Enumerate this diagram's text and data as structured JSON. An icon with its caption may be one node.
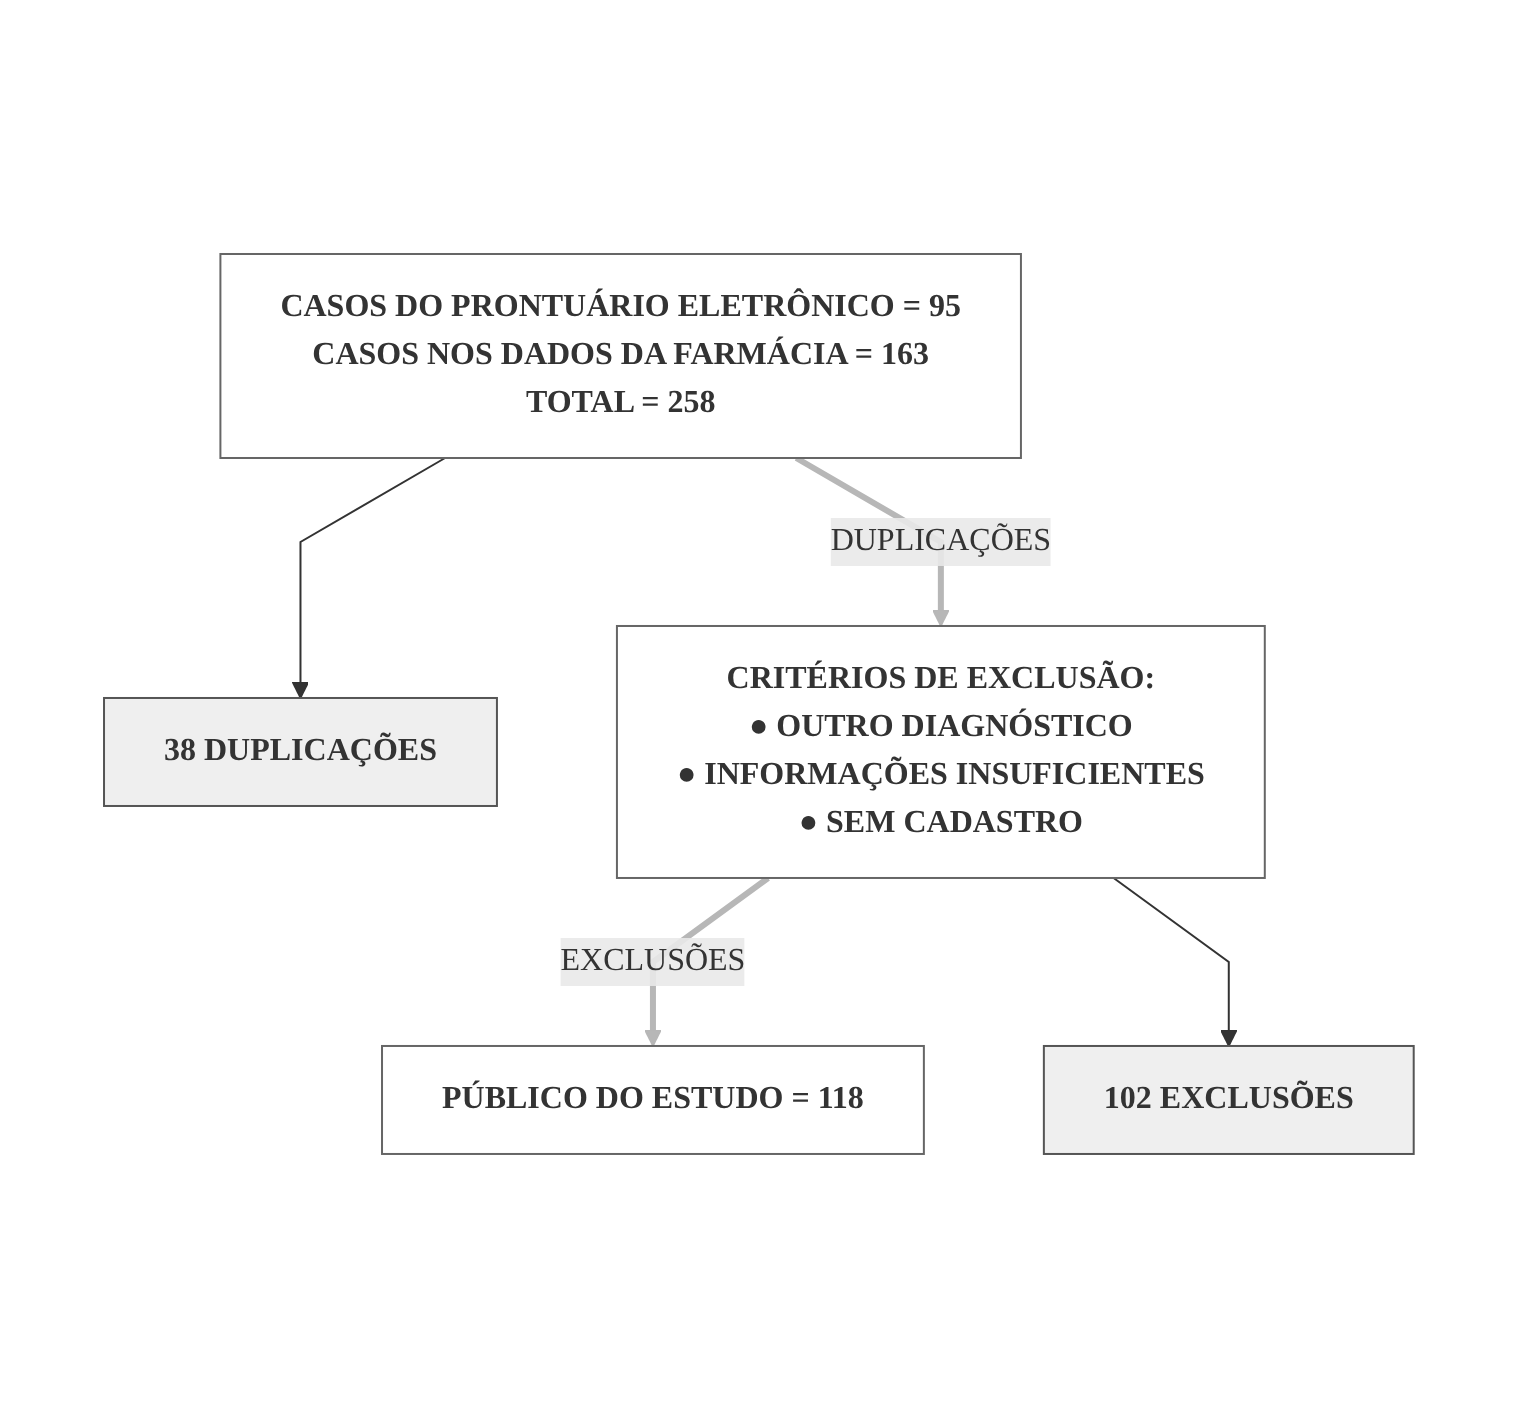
{
  "diagram": {
    "nodes": [
      {
        "text": [
          "CASOS DO PRONTUÁRIO ELETRÔNICO = 95",
          "CASOS NOS DADOS DA FARMÁCIA = 163",
          "TOTAL = 258"
        ]
      },
      {
        "text": [
          "38 DUPLICAÇÕES"
        ]
      },
      {
        "text": [
          "CRITÉRIOS DE EXCLUSÃO:",
          "● OUTRO DIAGNÓSTICO",
          "● INFORMAÇÕES INSUFICIENTES",
          "● SEM CADASTRO"
        ]
      },
      {
        "text": [
          "102 EXCLUSÕES"
        ]
      },
      {
        "text": [
          "PÚBLICO DO ESTUDO = 118"
        ]
      }
    ],
    "edges": [
      {
        "from": 0,
        "to": 2,
        "arrow": "to",
        "label": "DUPLICAÇÕES",
        "style": "thick",
        "color": "#b7b7b7"
      },
      {
        "from": 0,
        "to": 1,
        "arrow": "to",
        "color": "#333333"
      },
      {
        "from": 2,
        "to": 4,
        "arrow": "to",
        "label": "EXCLUSÕES",
        "style": "thick",
        "color": "#b7b7b7"
      },
      {
        "from": 2,
        "to": 3,
        "arrow": "to",
        "color": "#333333"
      }
    ]
  }
}
